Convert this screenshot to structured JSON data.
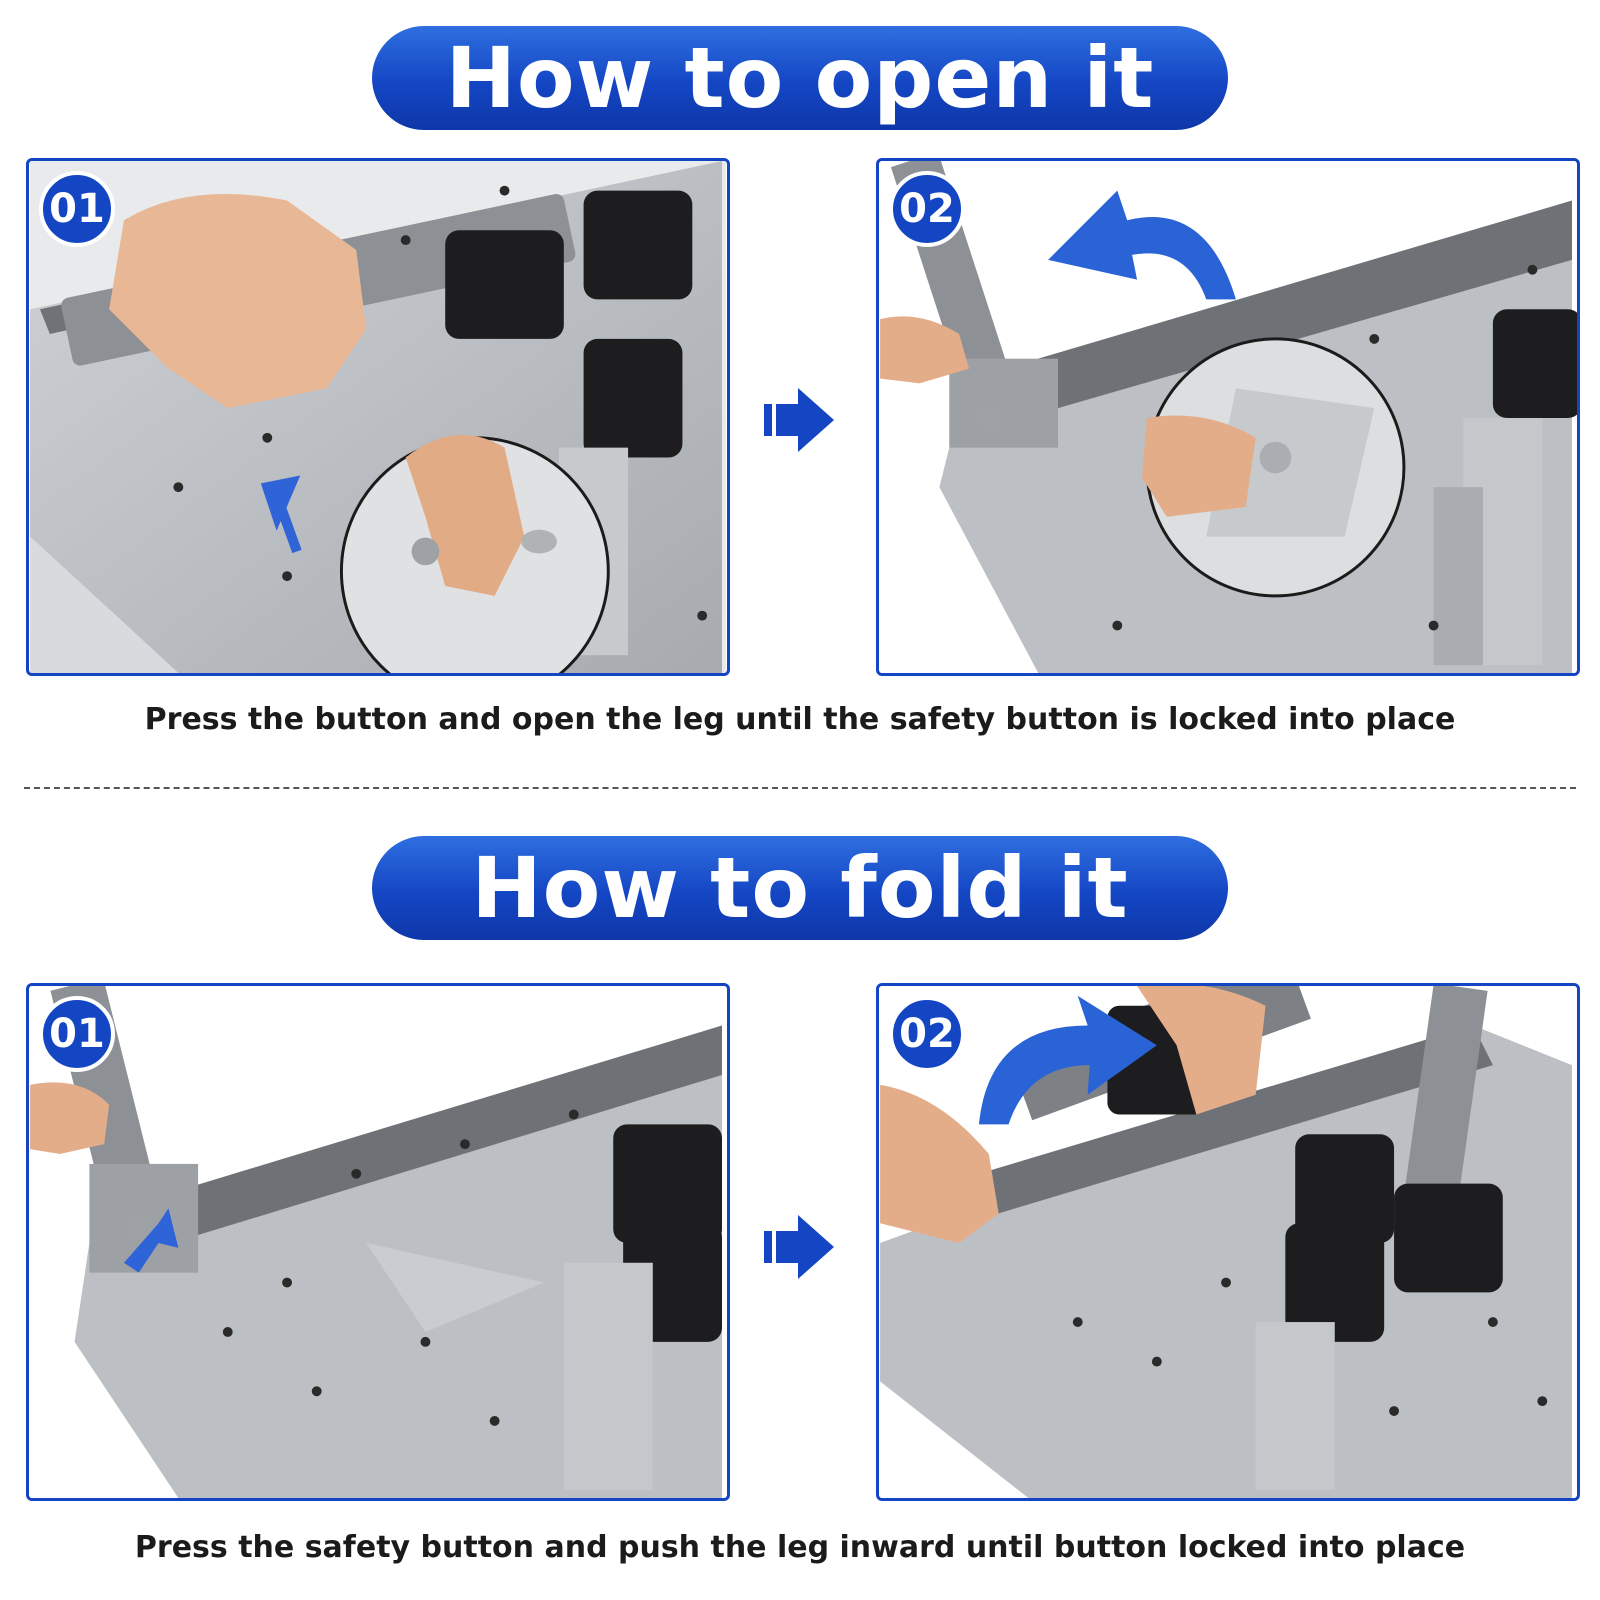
{
  "sections": {
    "open": {
      "title": "How to open it",
      "steps": [
        "01",
        "02"
      ],
      "caption": "Press the button and open the leg until the safety button is locked into place"
    },
    "fold": {
      "title": "How to fold it",
      "steps": [
        "01",
        "02"
      ],
      "caption": "Press the safety button and push the leg inward until button locked into place"
    }
  },
  "colors": {
    "accent": "#1446c4",
    "frame": "#1446c4",
    "metal": "#b9bcc0",
    "leg_cap": "#1d1d1f"
  },
  "icons": [
    "next-arrow-icon",
    "curved-arrow-icon",
    "zoom-circle"
  ]
}
